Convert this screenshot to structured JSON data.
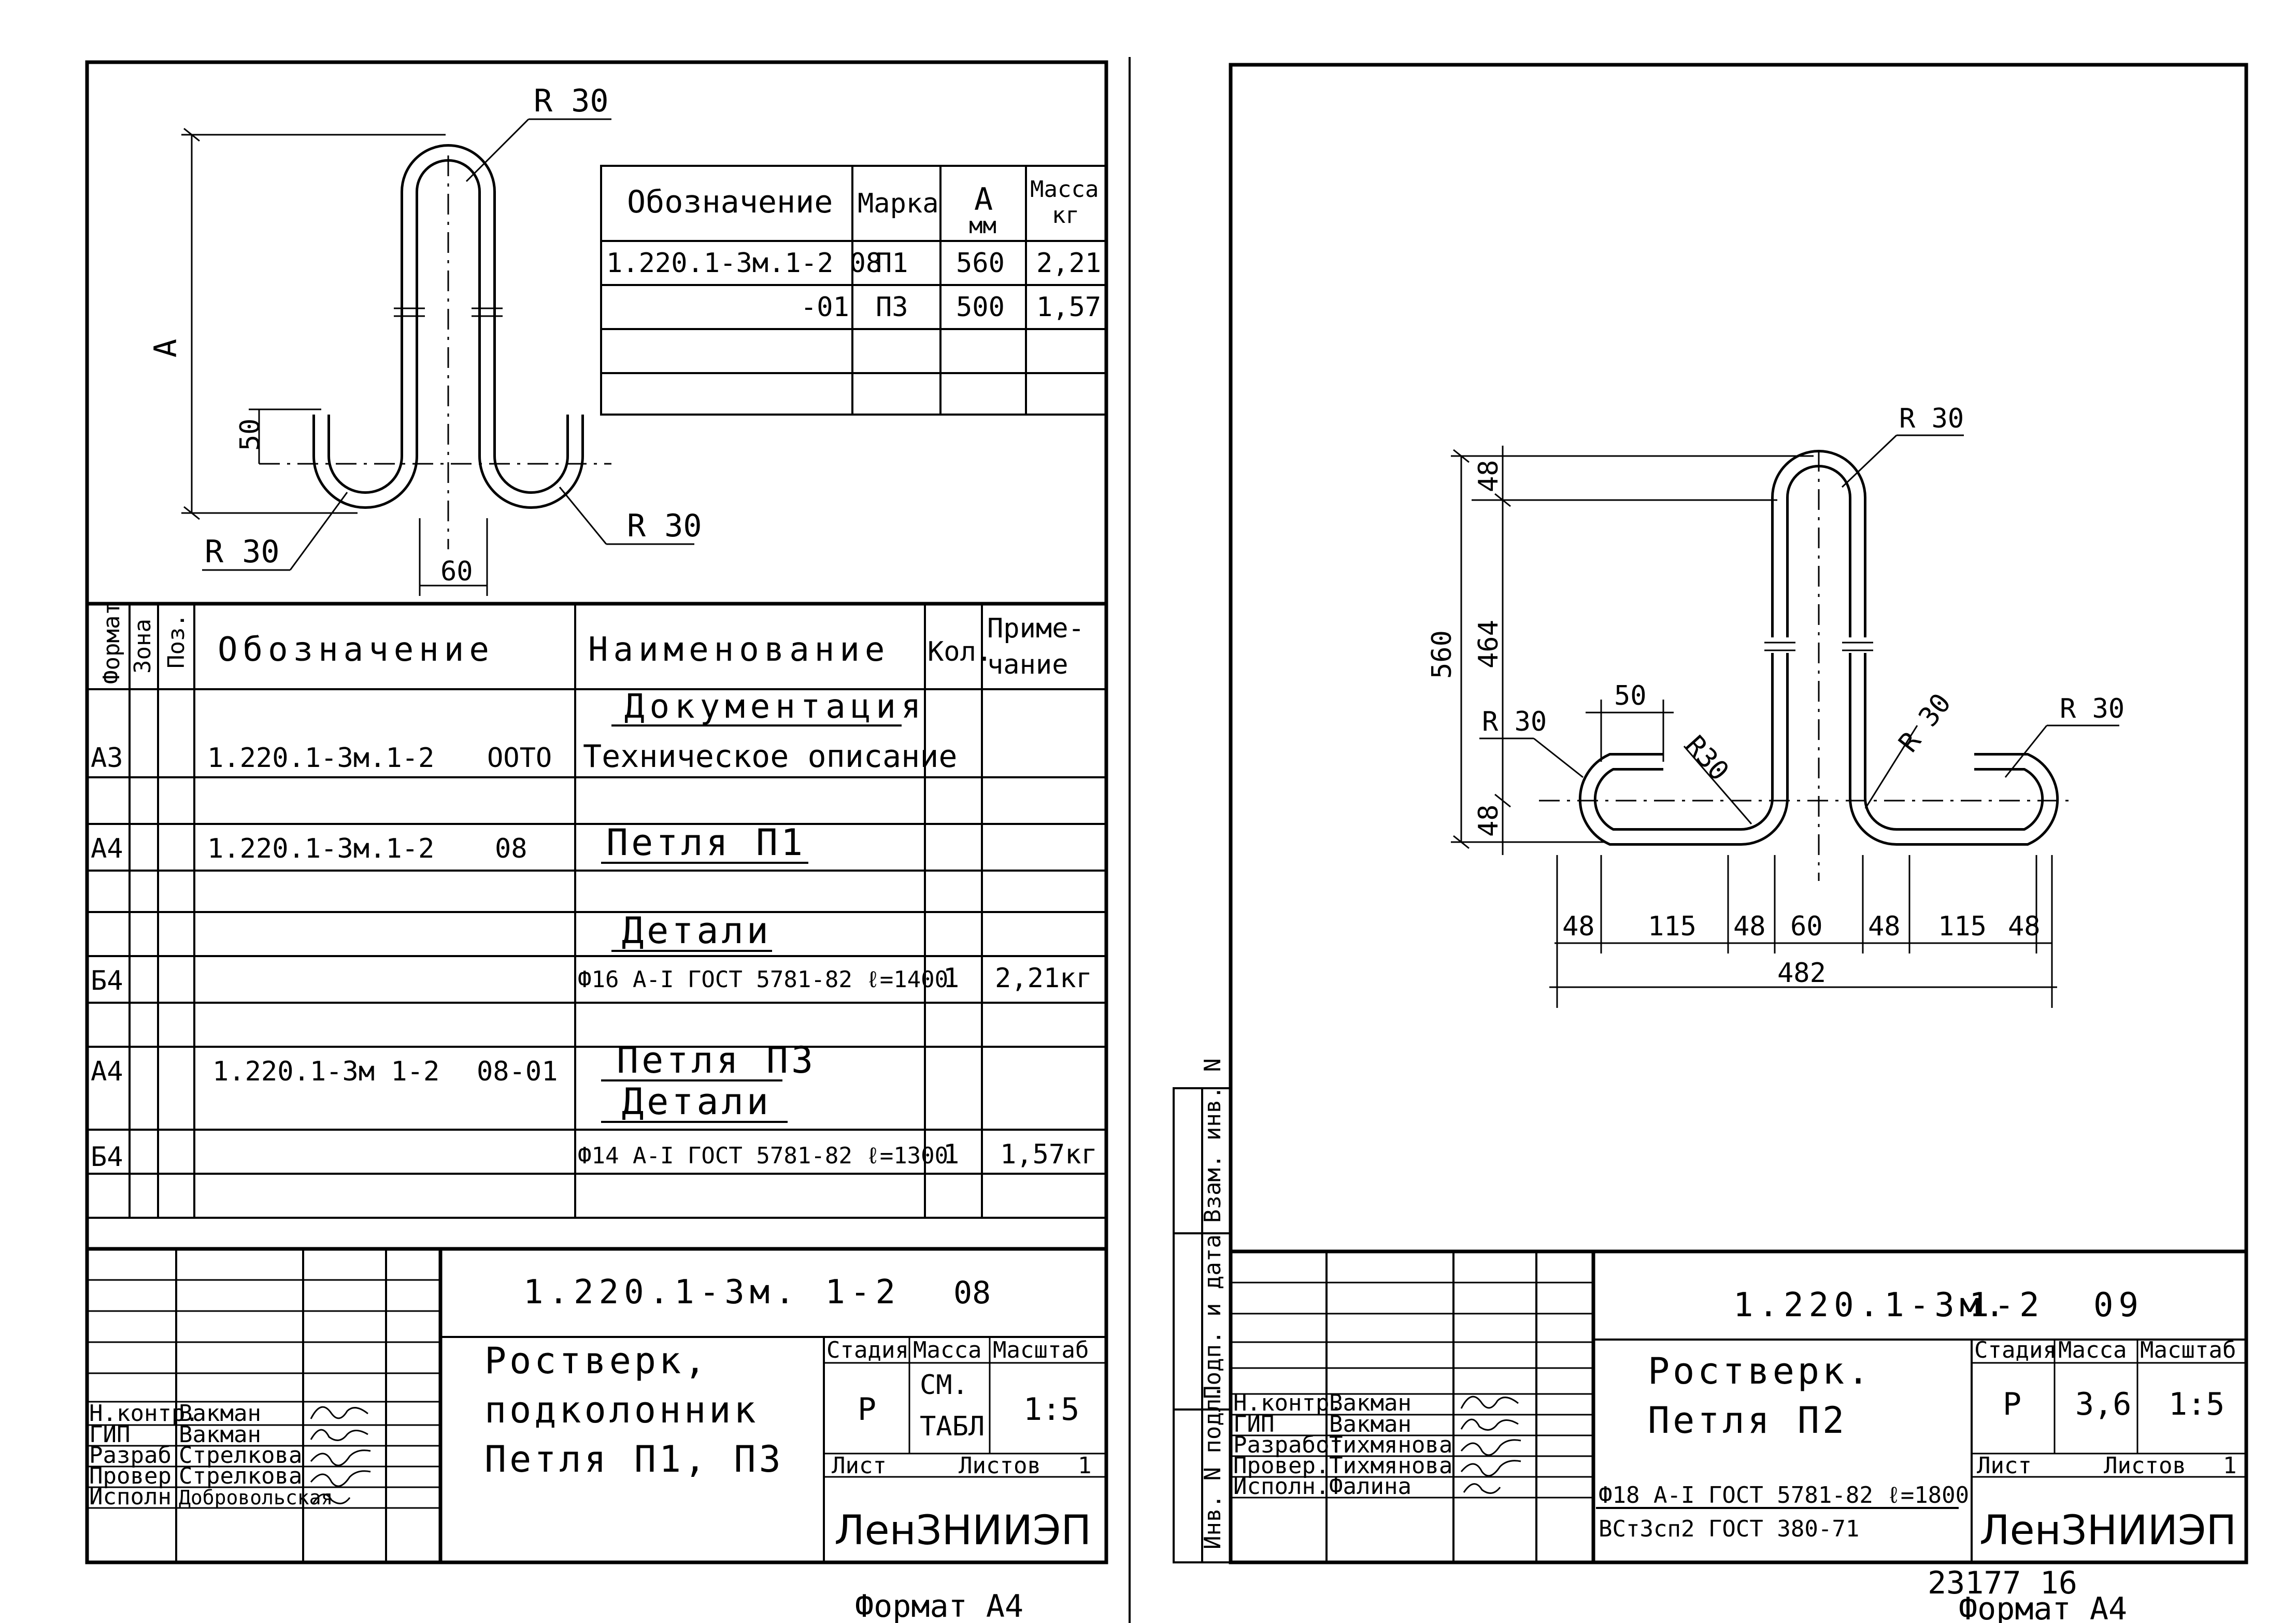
{
  "left_sheet": {
    "drawing": {
      "label_radius_top": "R 30",
      "label_radius_left": "R 30",
      "label_radius_right": "R 30",
      "dim_height": "A",
      "dim_hook": "50",
      "dim_gap": "60"
    },
    "mark_table": {
      "headers": [
        "Обозначение",
        "Марка",
        "А",
        "мм",
        "Масса",
        "кг"
      ],
      "rows": [
        [
          "1.220.1-3м.1-2 08",
          "П1",
          "560",
          "2,21"
        ],
        [
          "-01",
          "П3",
          "500",
          "1,57"
        ]
      ]
    },
    "spec_table": {
      "headers": {
        "format": "Формат",
        "zone": "Зона",
        "pos": "Поз.",
        "designation": "Обозначение",
        "name": "Наименование",
        "qty": "Кол.",
        "note1": "Приме-",
        "note2": "чание"
      },
      "rows": [
        {
          "format": "",
          "designation": "",
          "code": "",
          "name": "Документация",
          "qty": "",
          "note": ""
        },
        {
          "format": "А3",
          "designation": "1.220.1-3м.1-2",
          "code": "ООТО",
          "name": "Техническое описание",
          "qty": "",
          "note": ""
        },
        {
          "format": "А4",
          "designation": "1.220.1-3м.1-2",
          "code": "08",
          "name": "Петля П1",
          "qty": "",
          "note": ""
        },
        {
          "format": "",
          "designation": "",
          "code": "",
          "name": "Детали",
          "qty": "",
          "note": ""
        },
        {
          "format": "Б4",
          "designation": "",
          "code": "",
          "name": "Ф16 А-I ГОСТ 5781-82 ℓ=1400",
          "qty": "1",
          "note": "2,21кг"
        },
        {
          "format": "А4",
          "designation": "1.220.1-3м 1-2",
          "code": "08-01",
          "name": "Петля П3",
          "qty": "",
          "note": ""
        },
        {
          "format": "",
          "designation": "",
          "code": "",
          "name": "Детали",
          "qty": "",
          "note": ""
        },
        {
          "format": "Б4",
          "designation": "",
          "code": "",
          "name": "Ф14 А-I ГОСТ 5781-82 ℓ=1300",
          "qty": "1",
          "note": "1,57кг"
        }
      ]
    },
    "title_block": {
      "doc_code": "1.220.1-3м. 1-2",
      "sheet_code": "08",
      "title_lines": [
        "Ростверк,",
        "подколонник",
        "Петля П1, П3"
      ],
      "stage_label": "Стадия",
      "mass_label": "Масса",
      "scale_label": "Масштаб",
      "stage": "Р",
      "mass_line1": "СМ.",
      "mass_line2": "ТАБЛ",
      "scale": "1:5",
      "sheet_label": "Лист",
      "sheets_label": "Листов",
      "sheets": "1",
      "org": "ЛенЗНИИЭП",
      "people": [
        {
          "role": "Н.контр.",
          "name": "Вакман"
        },
        {
          "role": "ГИП",
          "name": "Вакман"
        },
        {
          "role": "Разраб",
          "name": "Стрелкова"
        },
        {
          "role": "Провер",
          "name": "Стрелкова"
        },
        {
          "role": "Исполн",
          "name": "Добровольская"
        }
      ]
    },
    "footer": "Формат А4"
  },
  "right_sheet": {
    "drawing": {
      "radius_top": "R 30",
      "radius_left": "R 30",
      "radius_right": "R 30",
      "radius_inner_left": "R30",
      "radius_inner_right": "R 30",
      "dim_hook": "50",
      "dim_560": "560",
      "dim_464": "464",
      "dim_48_top": "48",
      "dim_48_bottom": "48",
      "bottom_dims": [
        "48",
        "115",
        "48",
        "60",
        "48",
        "115",
        "48"
      ],
      "dim_total": "482"
    },
    "side_labels": [
      "Инв. N подл.",
      "Подп. и дата",
      "Взам. инв. N"
    ],
    "title_block": {
      "doc_code": "1.220.1-3м.",
      "doc_part": "1-2",
      "sheet_code": "09",
      "title_lines": [
        "Ростверк.",
        "Петля П2"
      ],
      "material_line1": "Ф18 А-I ГОСТ 5781-82 ℓ=1800",
      "material_line2": "ВСт3сп2 ГОСТ 380-71",
      "stage_label": "Стадия",
      "mass_label": "Масса",
      "scale_label": "Масштаб",
      "stage": "Р",
      "mass": "3,6",
      "scale": "1:5",
      "sheet_label": "Лист",
      "sheets_label": "Листов",
      "sheets": "1",
      "org": "ЛенЗНИИЭП",
      "people": [
        {
          "role": "Н.контр.",
          "name": "Вакман"
        },
        {
          "role": "ГИП",
          "name": "Вакман"
        },
        {
          "role": "Разработ",
          "name": "Тихмянова"
        },
        {
          "role": "Провер.",
          "name": "Тихмянова"
        },
        {
          "role": "Исполн.",
          "name": "Фалина"
        }
      ]
    },
    "archive_number": "23177 16",
    "footer": "Формат А4"
  }
}
